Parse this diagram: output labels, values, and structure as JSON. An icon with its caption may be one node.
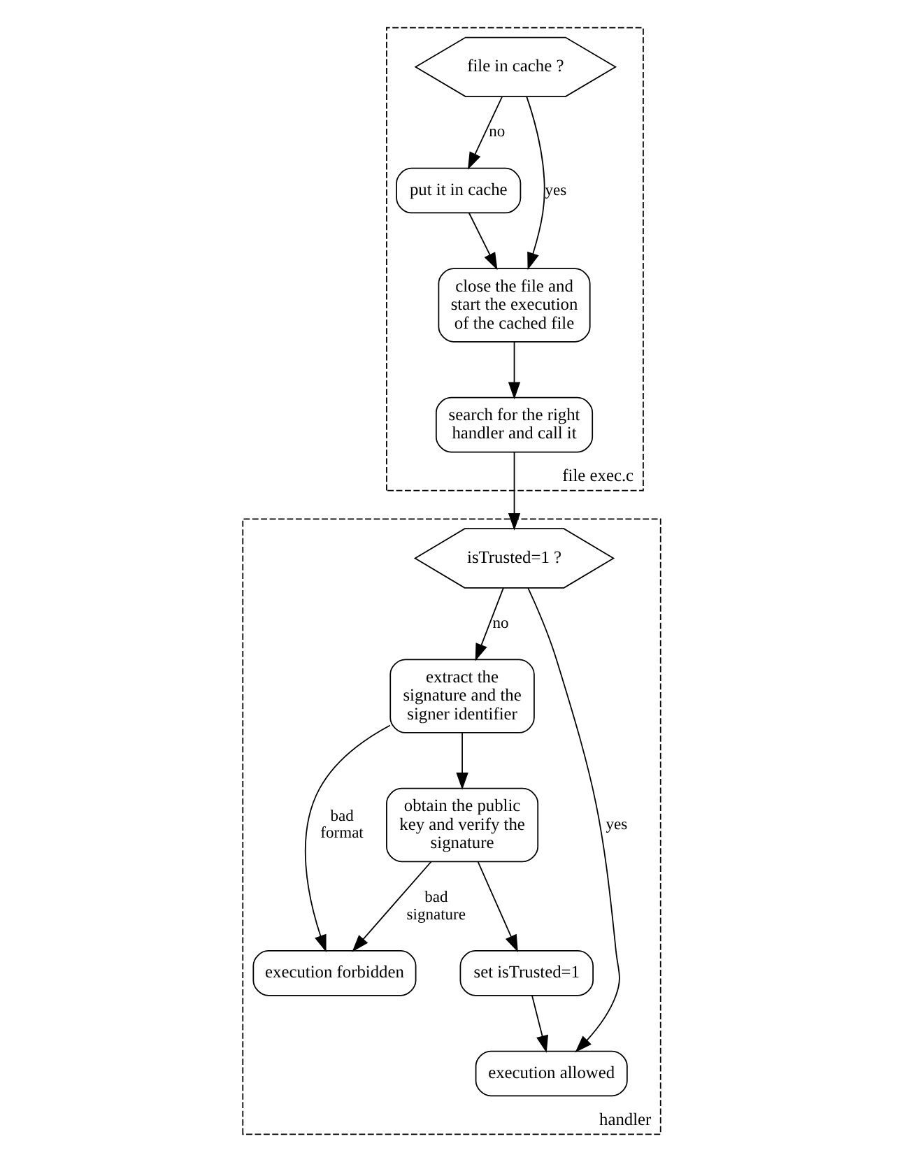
{
  "diagram": {
    "nodes": [
      {
        "text": [
          "file exec.c"
        ]
      },
      {
        "text": [
          "file in cache ?"
        ],
        "in": 0
      },
      {
        "text": [
          "put it in cache"
        ],
        "in": 0
      },
      {
        "text": [
          "close the file and start the execution of the cached file"
        ],
        "in": 0
      },
      {
        "text": [
          "search for the right handler and call it"
        ],
        "in": 0
      },
      {
        "text": [
          "handler"
        ]
      },
      {
        "text": [
          "isTrusted=1 ?"
        ],
        "in": 5
      },
      {
        "text": [
          "extract the signature and the signer identifier"
        ],
        "in": 5
      },
      {
        "text": [
          "execution forbidden"
        ],
        "in": 5
      },
      {
        "text": [
          "execution allowed"
        ],
        "in": 5
      },
      {
        "text": [
          "set isTrusted=1"
        ],
        "in": 5
      },
      {
        "text": [
          "obtain the public key and verify the signature"
        ],
        "in": 5
      }
    ],
    "edges": [
      {
        "from": 1,
        "to": 2,
        "arrow": "to",
        "label": "no"
      },
      {
        "from": 1,
        "to": 3,
        "arrow": "to",
        "label": "yes"
      },
      {
        "from": 2,
        "to": 3,
        "arrow": "to"
      },
      {
        "from": 3,
        "to": 4,
        "arrow": "to"
      },
      {
        "from": 4,
        "to": 6,
        "arrow": "to"
      },
      {
        "from": 6,
        "to": 7,
        "arrow": "to",
        "label": "no"
      },
      {
        "from": 6,
        "to": 9,
        "arrow": "to",
        "label": "yes"
      },
      {
        "from": 7,
        "to": 8,
        "arrow": "to",
        "label": "bad format"
      },
      {
        "from": 7,
        "to": 11,
        "arrow": "to"
      },
      {
        "from": 11,
        "to": 8,
        "arrow": "to",
        "label": "bad signature"
      },
      {
        "from": 11,
        "to": 10,
        "arrow": "to"
      },
      {
        "from": 10,
        "to": 9,
        "arrow": "to"
      }
    ]
  }
}
